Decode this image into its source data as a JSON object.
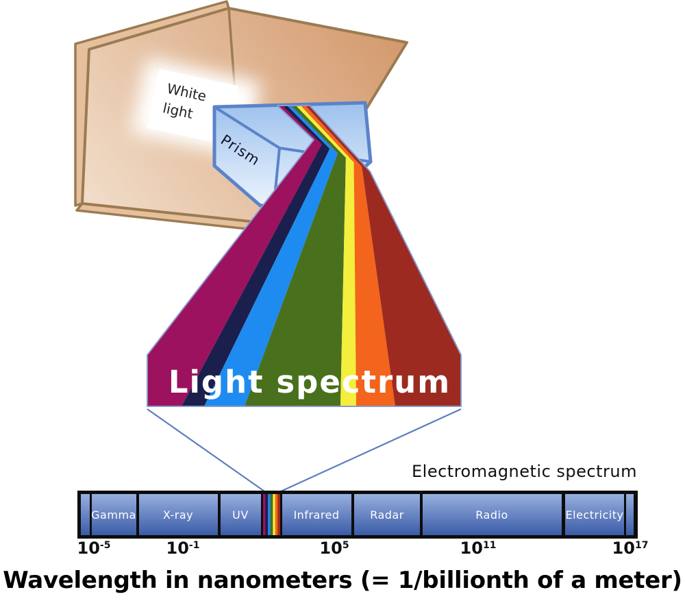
{
  "scene": {
    "white_light": {
      "line1": "White",
      "line2": "light"
    },
    "prism_label": "Prism",
    "light_spectrum_label": "Light spectrum",
    "em_title": "Electromagnetic spectrum",
    "axis_title": "Wavelength in nanometers (= 1/billionth of a meter)"
  },
  "light_spectrum": {
    "bands": [
      {
        "name": "violet",
        "color": "#9c125f"
      },
      {
        "name": "indigo",
        "color": "#1b1f4e"
      },
      {
        "name": "blue",
        "color": "#1e8bf0"
      },
      {
        "name": "green",
        "color": "#49701d"
      },
      {
        "name": "yellow",
        "color": "#f4ee3c"
      },
      {
        "name": "orange",
        "color": "#f3641c"
      },
      {
        "name": "red",
        "color": "#9c2a20"
      }
    ]
  },
  "em_bar": {
    "segment_labels": {
      "gamma": "Gamma",
      "xray": "X-ray",
      "uv": "UV",
      "infrared": "Infrared",
      "radar": "Radar",
      "radio": "Radio",
      "electricity": "Electricity"
    },
    "ticks": [
      {
        "base": "10",
        "exp": "-5"
      },
      {
        "base": "10",
        "exp": "-1"
      },
      {
        "base": "10",
        "exp": "5"
      },
      {
        "base": "10",
        "exp": "11"
      },
      {
        "base": "10",
        "exp": "17"
      }
    ]
  },
  "palette": {
    "board_fill_dark": "#d49a6e",
    "board_fill_light": "#f1ddc9",
    "board_edge_fill": "#e6c09c",
    "board_stroke": "#9b7b52",
    "prism_fill_top": "#9dc1ed",
    "prism_fill_bottom": "#edf5fe",
    "prism_stroke": "#5b83c9",
    "bar_fill_top": "#98b0df",
    "bar_fill_bottom": "#3a5ba7",
    "bar_border": "#0d0d0d",
    "funnel_line": "#5c7cc0",
    "fan_outline": "#8a99cd"
  }
}
